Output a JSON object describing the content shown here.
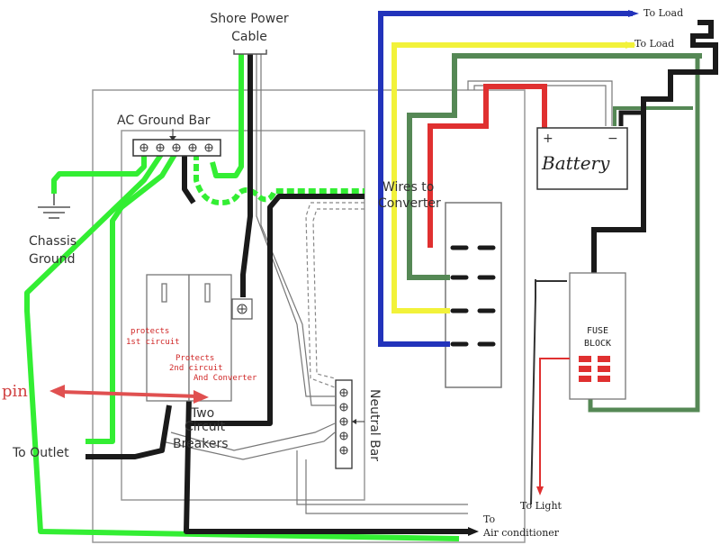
{
  "labels": {
    "shore_power_line1": "Shore Power",
    "shore_power_line2": "Cable",
    "ac_ground_bar": "AC Ground Bar",
    "chassis_line1": "Chassis",
    "chassis_line2": "Ground",
    "wires_line1": "Wires to",
    "wires_line2": "Converter",
    "to_load_1": "To Load",
    "to_load_2": "To Load",
    "battery": "Battery",
    "battery_plus": "+",
    "battery_minus": "−",
    "fuse_line1": "FUSE",
    "fuse_line2": "BLOCK",
    "protects1_line1": "protects",
    "protects1_line2": "1st circuit",
    "protects2_line1": "Protects",
    "protects2_line2": "2nd circuit",
    "protects2_line3": "And Converter",
    "pin": "pin",
    "two_circuit_line1": "Two",
    "two_circuit_line2": "Circuit",
    "two_circuit_line3": "Breakers",
    "neutral_bar": "Neutral Bar",
    "to_outlet": "To Outlet",
    "to_light": "To Light",
    "to_ac_line1": "To",
    "to_ac_line2": "Air conditioner"
  },
  "colors": {
    "green_wire": "#33ee33",
    "black_wire": "#1a1a1a",
    "blue_wire": "#2233bb",
    "yellow_wire": "#f2f23a",
    "dark_green_wire": "#558855",
    "red_wire": "#e03030",
    "pin_arrow": "#e05050",
    "frame": "#999999"
  }
}
